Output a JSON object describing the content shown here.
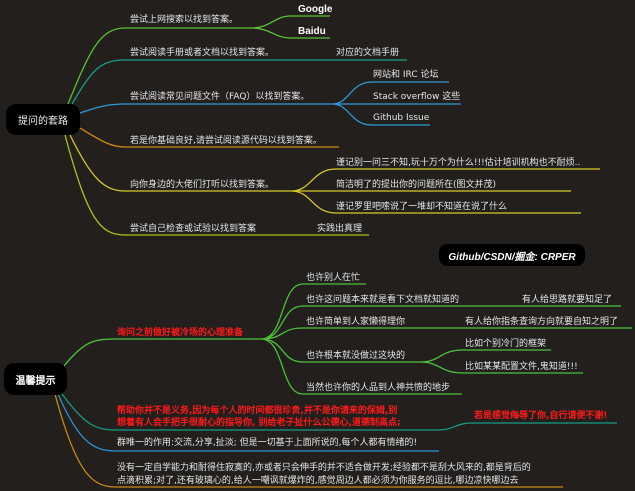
{
  "colors": {
    "green": "#5bc236",
    "teal": "#1a9e86",
    "blue": "#2f9ad6",
    "orange": "#d28a12",
    "yellow": "#d6c92a",
    "lime": "#a2c61a",
    "red": "#ff1a1a"
  },
  "map1": {
    "root": "提问的套路",
    "branches": [
      {
        "label": "尝试上网搜索以找到答案。",
        "children": [
          "Google",
          "Baidu"
        ]
      },
      {
        "label": "尝试阅读手册或者文档以找到答案。",
        "children": [
          "对应的文档手册"
        ]
      },
      {
        "label": "尝试阅读常见问题文件（FAQ）以找到答案。",
        "children": [
          "网站和 IRC 论坛",
          "Stack overflow 这些",
          "Github Issue"
        ]
      },
      {
        "label": "若是你基础良好,请尝试阅读源代码以找到答案。"
      },
      {
        "label": "向你身边的大佬们打听以找到答案。",
        "children": [
          "谨记别一问三不知,玩十万个为什么!!!估计培训机构也不耐烦..",
          "简洁明了的提出你的问题所在(图文并茂)",
          "谨记罗里吧嗦说了一堆却不知道在说了什么"
        ]
      },
      {
        "label": "尝试自己检查或试验以找到答案",
        "children": [
          "实践出真理"
        ]
      }
    ]
  },
  "badge": "Github/CSDN/掘金: CRPER",
  "map2": {
    "root": "温馨提示",
    "branches": [
      {
        "label": "询问之前做好被冷场的心理准备",
        "children": [
          {
            "label": "也许别人在忙"
          },
          {
            "label": "也许这问题本来就是看下文档就知道的",
            "children": [
              "有人给思路就要知足了"
            ]
          },
          {
            "label": "也许简单到人家懒得理你",
            "children": [
              "有人给你指条查询方向就要自知之明了"
            ]
          },
          {
            "label": "也许根本就没做过这块的",
            "children": [
              "比如个别冷门的框架",
              "比如某某配置文件,鬼知道!!!"
            ]
          },
          {
            "label": "当然也许你的人品到人神共愤的地步"
          }
        ]
      },
      {
        "label_lines": [
          "帮助你并不是义务,因为每个人的时间都很珍贵,并不是你请来的保姆,别",
          "想着有人会手把手很耐心的指导你, 别给老子扯什么公德心,道德制高点;"
        ],
        "children": [
          "若是感觉侮辱了你,自行请便不谢!"
        ]
      },
      {
        "label": "群唯一的作用:交流,分享,扯淡; 但是一切基于上面所说的,每个人都有情绪的!"
      },
      {
        "label_lines": [
          "没有一定自学能力和耐得住寂寞的,亦或者只会伸手的并不适合做开发;经验都不是刮大风来的,都是背后的",
          "点滴积累;对了,还有玻璃心的,给人一嘲讽就爆炸的,感觉周边人都必须为你服务的逗比,哪边凉快哪边去"
        ]
      }
    ]
  }
}
